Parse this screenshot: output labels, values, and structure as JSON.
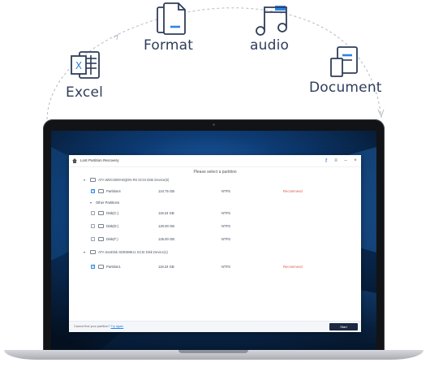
{
  "labels": {
    "excel": "Excel",
    "format": "Format",
    "audio": "audio",
    "document": "Document"
  },
  "icons": [
    "excel-icon",
    "format-icon",
    "audio-icon",
    "document-icon"
  ],
  "colors": {
    "accent": "#2b86e5",
    "text": "#2f3d5a",
    "recommend": "#e0584e",
    "start_button": "#1b2940"
  },
  "app": {
    "title": "Lost Partition Recovery",
    "heading": "Please select a partition",
    "groups": [
      {
        "disk": "ATA WDC6000-BQDN-R0 SCSI Disk Device(6)",
        "partitions": [
          {
            "name": "Partition4",
            "size": "124.75 GB",
            "fs": "NTFS",
            "status": "Recommend",
            "checked": true
          }
        ],
        "other_label": "Other Partitions",
        "others": [
          {
            "name": "Disk(C:)",
            "size": "119.24 GB",
            "fs": "NTFS",
            "checked": false
          },
          {
            "name": "Disk(D:)",
            "size": "120.00 GB",
            "fs": "NTFS",
            "checked": false
          },
          {
            "name": "Disk(F:)",
            "size": "125.00 GB",
            "fs": "NTFS",
            "checked": false
          }
        ]
      },
      {
        "disk": "ATA SanDisk SD8SB8U1 SCSI Disk Device(1)",
        "partitions": [
          {
            "name": "Partition1",
            "size": "119.24 GB",
            "fs": "NTFS",
            "status": "Recommend",
            "checked": true
          }
        ]
      }
    ],
    "footer": {
      "question": "Cannot find your partition?",
      "link": "Try again"
    },
    "start_label": "Start"
  }
}
